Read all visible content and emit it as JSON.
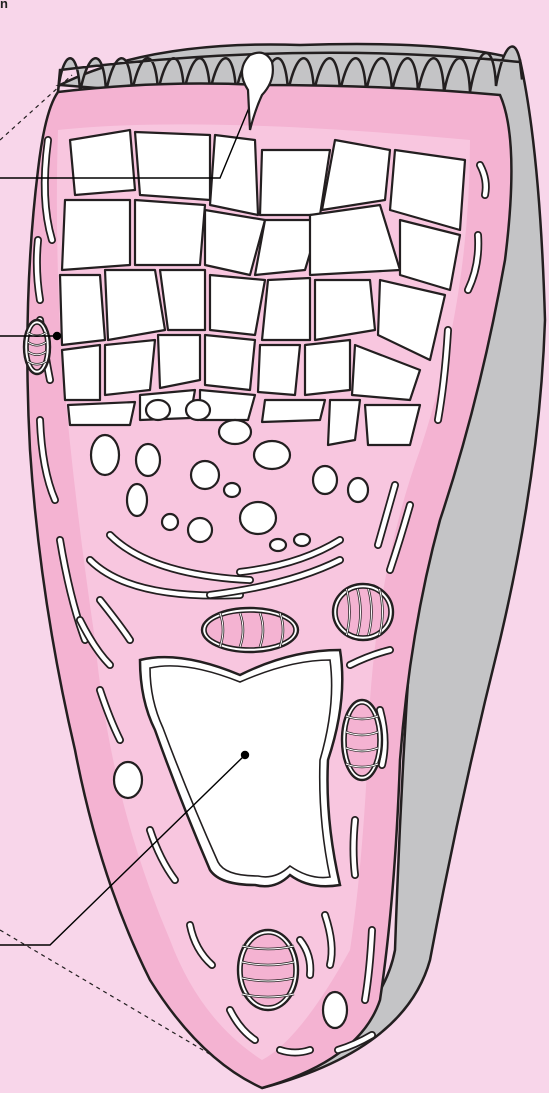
{
  "figure": {
    "panel_label": "n",
    "colors": {
      "background": "#f8d6ea",
      "cytoplasm": "#f4b3d2",
      "outline": "#231f20",
      "glycocalyx": "#c4c4c6",
      "vacuole": "#ffffff",
      "leader": "#000000"
    },
    "structures": [
      "microvilli-border",
      "glycocalyx-coat",
      "apical-vesicle-network",
      "dense-granules",
      "rough-endoplasmic-reticulum",
      "mitochondria",
      "large-vacuole"
    ],
    "leader_lines": 3,
    "icons": [
      "cell-diagram"
    ]
  }
}
